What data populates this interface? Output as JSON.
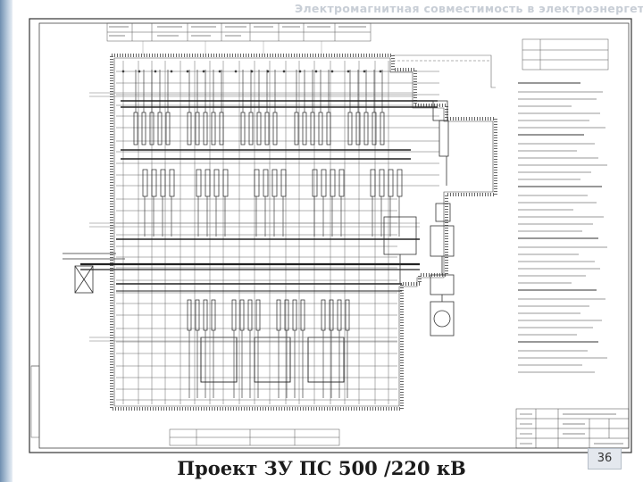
{
  "header": {
    "title": "Электромагнитная совместимость в электроэнергетике"
  },
  "page": {
    "number": "36"
  },
  "caption": {
    "text": "Проект ЗУ ПС 500 /220 кВ"
  }
}
